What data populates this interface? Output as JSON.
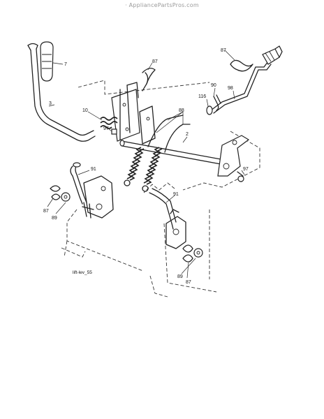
{
  "watermark": "· AppliancePartsPros.com",
  "diagram_code": "lift-lev_55",
  "callouts": {
    "c7": "7",
    "c3": "3",
    "c87_top": "87",
    "c87_right": "87",
    "c10": "10",
    "c97_center": "97",
    "c88": "88",
    "c90": "90",
    "c98": "98",
    "c116": "116",
    "c2": "2",
    "c97_right": "97",
    "c91_left": "91",
    "c87_left": "87",
    "c89_left": "89",
    "c91_right": "91",
    "c89_right": "89",
    "c87_bottom": "87"
  }
}
